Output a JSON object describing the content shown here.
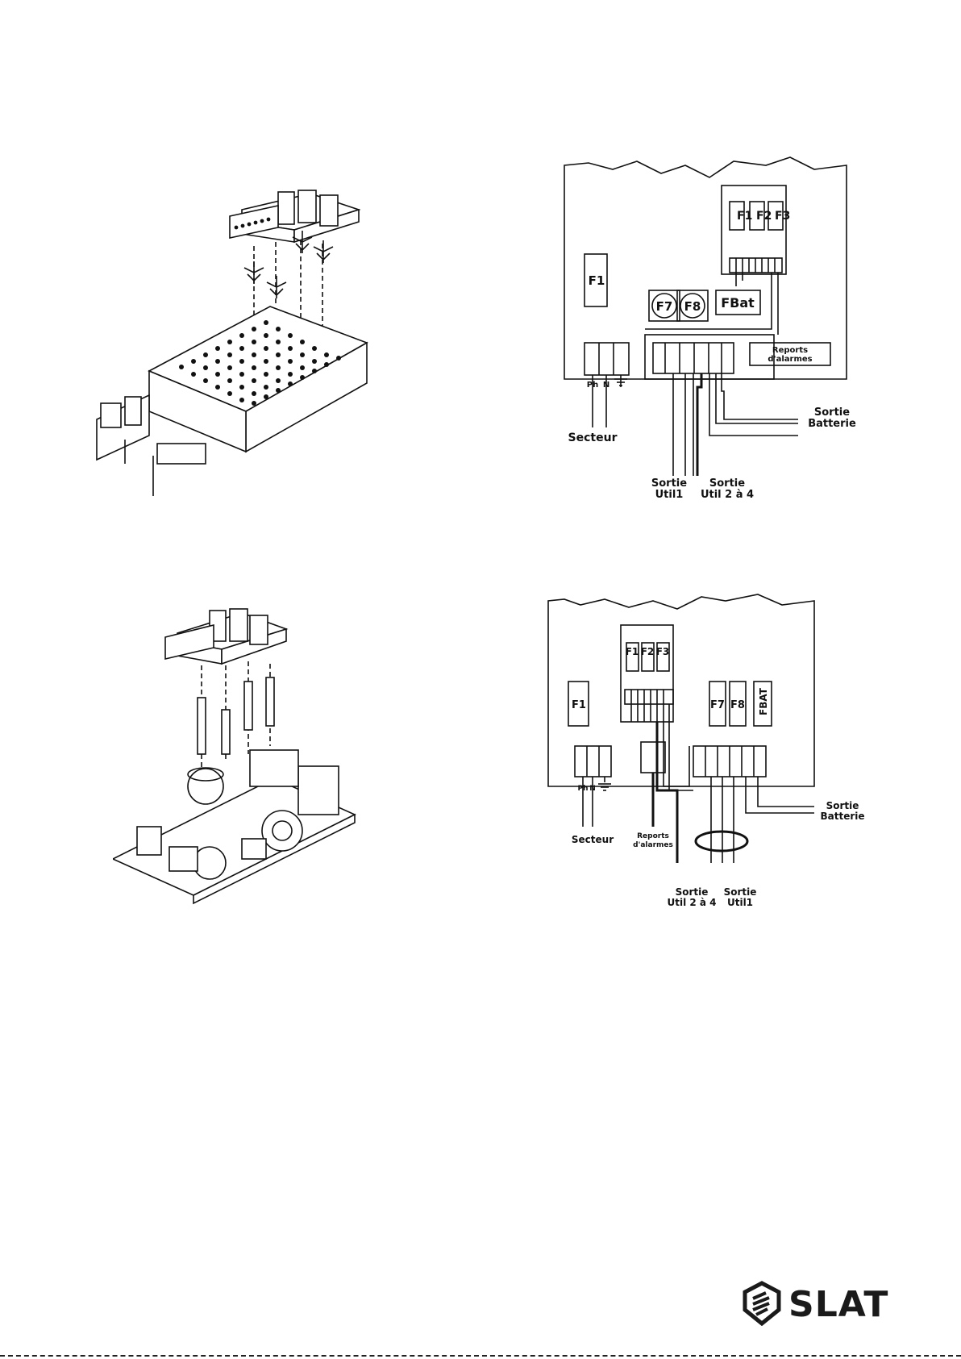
{
  "diagram1": {
    "fuses": {
      "f1": "F1",
      "f2": "F2",
      "f3": "F3",
      "f1_main": "F1",
      "f7": "F7",
      "f8": "F8",
      "fbat": "FBat"
    },
    "reports": {
      "line1": "Reports",
      "line2": "d'alarmes"
    },
    "terminals": {
      "ph": "Ph",
      "n": "N"
    },
    "secteur": "Secteur",
    "sortie_batterie": {
      "line1": "Sortie",
      "line2": "Batterie"
    },
    "sortie_util1": {
      "line1": "Sortie",
      "line2": "Util1"
    },
    "sortie_util2": {
      "line1": "Sortie",
      "line2": "Util 2 à 4"
    }
  },
  "diagram2": {
    "fuses": {
      "f1": "F1",
      "f2": "F2",
      "f3": "F3",
      "f1_main": "F1",
      "f7": "F7",
      "f8": "F8",
      "fbat": "FBAT"
    },
    "reports": {
      "line1": "Reports",
      "line2": "d'alarmes"
    },
    "terminals": {
      "ph": "Ph",
      "n": "N"
    },
    "secteur": "Secteur",
    "sortie_batterie": {
      "line1": "Sortie",
      "line2": "Batterie"
    },
    "sortie_util2": {
      "line1": "Sortie",
      "line2": "Util 2 à 4"
    },
    "sortie_util1": {
      "line1": "Sortie",
      "line2": "Util1"
    }
  },
  "logo": {
    "text": "SLAT"
  }
}
